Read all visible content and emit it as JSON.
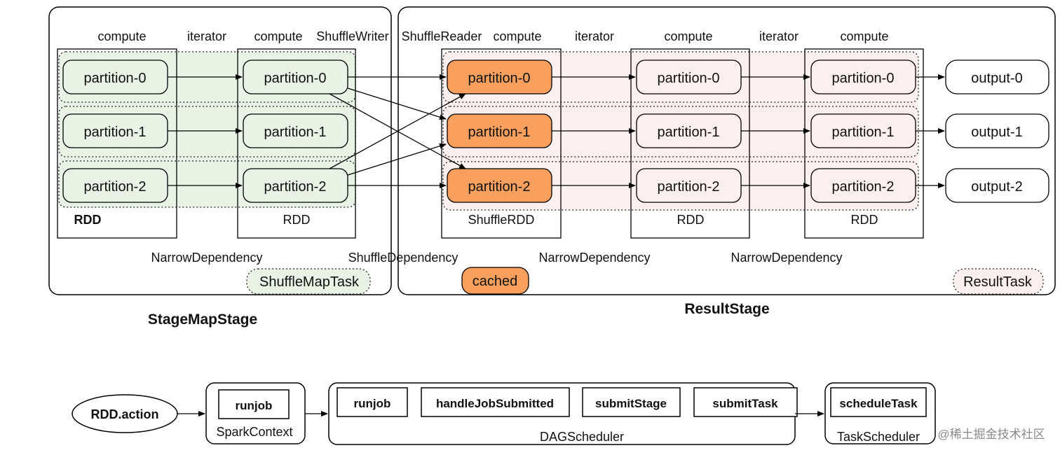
{
  "stage_map": {
    "title": "StageMapStage",
    "col_labels": [
      "compute",
      "iterator",
      "compute",
      "ShuffleWriter"
    ],
    "rdd1_partitions": [
      "partition-0",
      "partition-1",
      "partition-2"
    ],
    "rdd1_label": "RDD",
    "rdd2_partitions": [
      "partition-0",
      "partition-1",
      "partition-2"
    ],
    "rdd2_label": "RDD",
    "dependency": "NarrowDependency",
    "task": "ShuffleMapTask"
  },
  "shuffle_dependency": "ShuffleDependency",
  "result_stage": {
    "title": "ResultStage",
    "col_labels": [
      "ShuffleReader",
      "compute",
      "iterator",
      "compute",
      "iterator",
      "compute"
    ],
    "shuffle_rdd_partitions": [
      "partition-0",
      "partition-1",
      "partition-2"
    ],
    "shuffle_rdd_label": "ShuffleRDD",
    "rdd3_partitions": [
      "partition-0",
      "partition-1",
      "partition-2"
    ],
    "rdd3_label": "RDD",
    "rdd4_partitions": [
      "partition-0",
      "partition-1",
      "partition-2"
    ],
    "rdd4_label": "RDD",
    "outputs": [
      "output-0",
      "output-1",
      "output-2"
    ],
    "dependencies": [
      "NarrowDependency",
      "NarrowDependency"
    ],
    "cached": "cached",
    "task": "ResultTask"
  },
  "flow": {
    "action": "RDD.action",
    "spark_context": {
      "label": "SparkContext",
      "step": "runjob"
    },
    "dag_scheduler": {
      "label": "DAGScheduler",
      "steps": [
        "runjob",
        "handleJobSubmitted",
        "submitStage",
        "submitTask"
      ]
    },
    "task_scheduler": {
      "label": "TaskScheduler",
      "step": "scheduleTask"
    }
  },
  "watermark": "@稀土掘金技术社区",
  "colors": {
    "green_fill": "#e8f3e6",
    "pink_fill": "#fcefef",
    "orange_fill": "#f9a05f",
    "stroke": "#000000"
  }
}
